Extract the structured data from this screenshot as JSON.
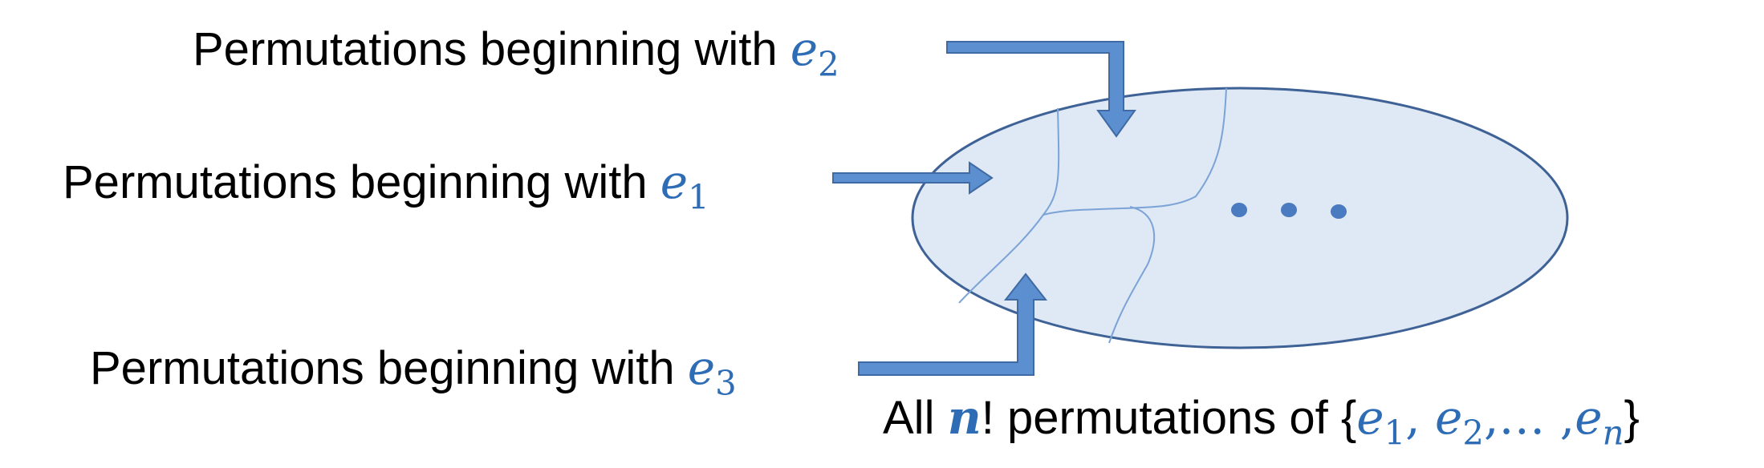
{
  "labels": {
    "e2": {
      "text": "Permutations beginning with ",
      "var": "e",
      "sub": "2"
    },
    "e1": {
      "text": "Permutations beginning with ",
      "var": "e",
      "sub": "1"
    },
    "e3": {
      "text": "Permutations beginning with ",
      "var": "e",
      "sub": "3"
    },
    "all": {
      "prefix": "All ",
      "n": "n",
      "bang": "!",
      "middle": " permutations of {",
      "e_var": "e",
      "sub1": "1",
      "sep1": ", ",
      "sub2": "2",
      "ellipsis": ",… ,",
      "subn": "n",
      "suffix": "}"
    }
  },
  "colors": {
    "ellipse_fill": "#dfe8f5",
    "ellipse_stroke": "#3f6296",
    "arrow_fill": "#5b8fcf",
    "arrow_stroke": "#3f6aa3",
    "partition_line": "#7ba3d6",
    "dots": "#4a7abf",
    "math_text": "#2e6db5"
  }
}
